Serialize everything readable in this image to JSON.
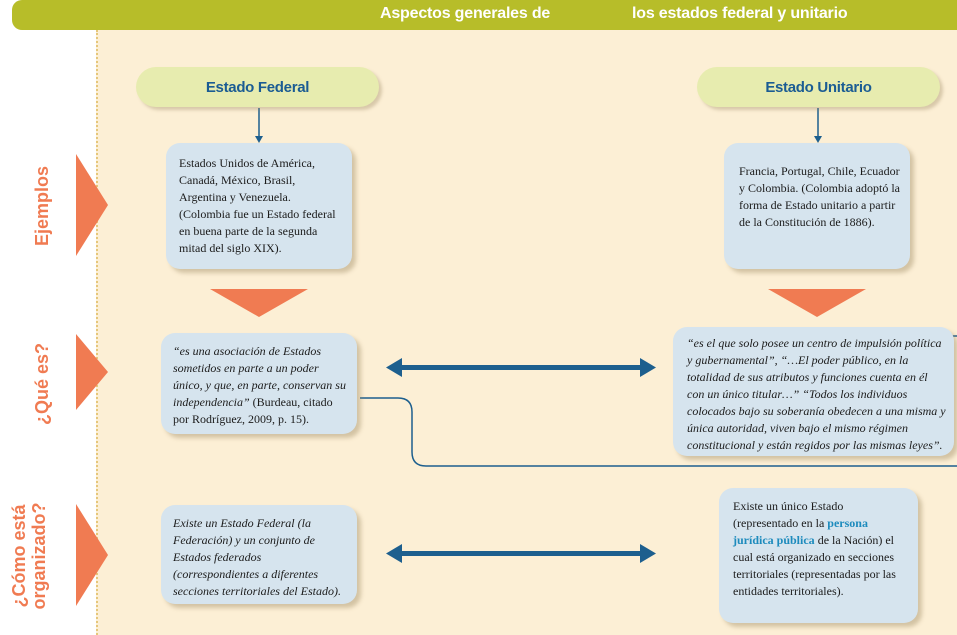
{
  "header": {
    "title_part1": "Aspectos generales de",
    "title_part2": "los estados federal y unitario"
  },
  "row_labels": {
    "ejemplos": "Ejemplos",
    "que_es": "¿Qué es?",
    "como_line1": "¿Cómo está",
    "como_line2": "organizado?"
  },
  "federal": {
    "title": "Estado Federal",
    "examples": "Estados Unidos de América, Canadá, México, Brasil, Argentina y Venezuela. (Colombia fue un Estado federal en buena parte de la segunda mitad del siglo XIX).",
    "definition_quote": "“es una asociación de Estados sometidos en parte a un poder único, y que, en parte, conservan su independencia”",
    "definition_source": " (Burdeau, citado por Rodríguez, 2009, p. 15).",
    "organization": "Existe un Estado Federal (la Federación) y un conjunto de Estados federados (correspondientes a diferentes secciones territoriales del Estado)."
  },
  "unitario": {
    "title": "Estado Unitario",
    "examples": "Francia, Portugal, Chile, Ecuador y Colombia. (Colombia adoptó la forma de Estado unitario a partir de la Constitución de 1886).",
    "definition": "“es el que solo posee un centro de impulsión política y gubernamental”, “…El poder público, en la totalidad de sus atributos y funciones cuenta en él con un único titular…” “Todos los individuos colocados bajo su soberanía obedecen a una misma y única autoridad, viven bajo el mismo régimen constitucional y están regidos por las mismas leyes”.",
    "organization_before": "Existe un único Estado (representado en la ",
    "organization_highlight": "persona jurídica pública",
    "organization_after": " de la Nación) el cual está organizado en secciones territoriales (representadas por las entidades territoriales)."
  },
  "colors": {
    "title_bar": "#b7bd29",
    "background": "#fcefd5",
    "box": "#d6e4ee",
    "pill": "#e7ecaf",
    "accent_orange": "#f07b52",
    "arrow_blue": "#1d5f8e",
    "highlight": "#1d8bbd"
  }
}
